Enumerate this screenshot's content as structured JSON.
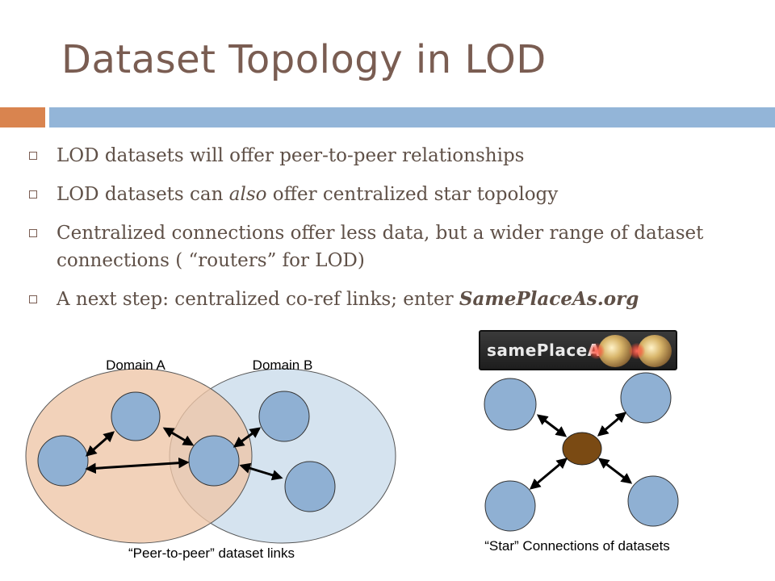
{
  "slide": {
    "title": "Dataset Topology in LOD",
    "bullets": [
      {
        "text": "LOD datasets will offer peer-to-peer relationships"
      },
      {
        "before": "LOD datasets can ",
        "emph": "also",
        "after": " offer centralized star topology"
      },
      {
        "text": "Centralized connections offer less data, but a wider range of dataset connections ( “routers” for LOD)"
      },
      {
        "before": "A next step: centralized co-ref links; enter ",
        "strong": "SamePlaceAs.org"
      }
    ]
  },
  "p2p_diagram": {
    "domain_a_label": "Domain A",
    "domain_b_label": "Domain B",
    "caption": "“Peer-to-peer” dataset links",
    "colors": {
      "domain_a_fill": "#eec5a7",
      "domain_b_fill": "#d5e3ef",
      "node_fill": "#8fb0d3"
    }
  },
  "star_diagram": {
    "logo_text": "samePlaceAs",
    "caption": "“Star” Connections of datasets",
    "colors": {
      "hub_fill": "#7a4a13",
      "node_fill": "#8fb0d3"
    }
  }
}
